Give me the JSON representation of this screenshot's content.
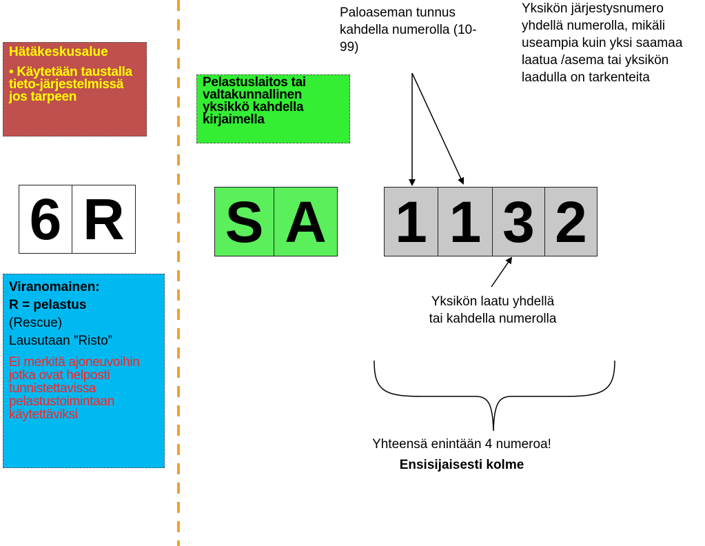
{
  "region_box": {
    "title": "Hätäkeskusalue",
    "text": "• Käytetään taustalla tieto-järjestelmissä jos tarpeen"
  },
  "org_box": {
    "text": "Pelastuslaitos tai valtakunnallinen yksikkö kahdella kirjaimella"
  },
  "authority_box": {
    "title": "Viranomainen:",
    "line_bold": "R = pelastus",
    "line_rescue": "(Rescue)",
    "line_pronounced": "Lausutaan ”Risto”",
    "note": "Ei merkitä ajoneuvoihin jotka ovat helposti tunnistettavissa pelastustoimintaan käytettäviksi"
  },
  "code": {
    "region": [
      "6",
      "R"
    ],
    "org": [
      "S",
      "A"
    ],
    "unit": [
      "1",
      "1",
      "3",
      "2"
    ]
  },
  "annotations": {
    "station": "Paloaseman tunnus kahdella numerolla (10-99)",
    "order_number": "Yksikön järjestysnumero yhdellä numerolla, mikäli useampia kuin yksi saamaa laatua /asema tai yksikön laadulla on tarkenteita",
    "unit_type": "Yksikön laatu yhdellä tai kahdella numerolla",
    "total": "Yhteensä enintään 4 numeroa!",
    "total_bold": "Ensisijaisesti kolme"
  },
  "colors": {
    "red_box": "#c0504d",
    "green_box": "#33ee33",
    "cyan_box": "#00b9f1",
    "divider": "#f0a030",
    "gray_cell": "#c8c8c8"
  }
}
